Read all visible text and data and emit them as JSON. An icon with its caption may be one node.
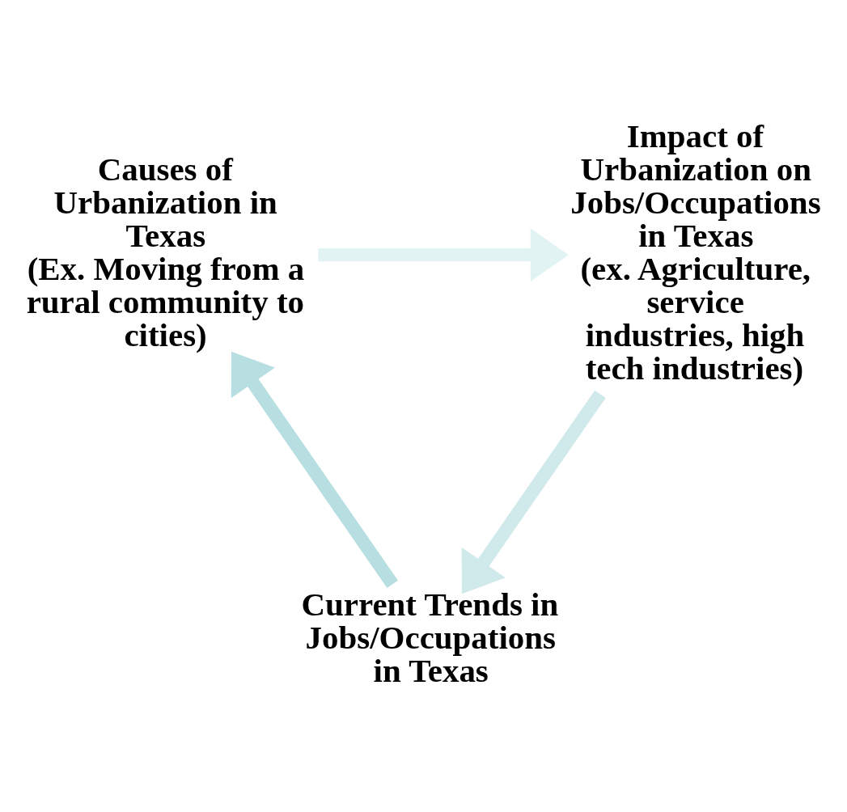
{
  "diagram": {
    "nodes": [
      {
        "text": [
          "Causes of Urbanization in Texas",
          "(Ex. Moving from a rural community to cities)"
        ]
      },
      {
        "text": [
          "Impact of Urbanization on Jobs/Occupations in Texas",
          "(ex. Agriculture, service industries, high tech industries)"
        ]
      },
      {
        "text": [
          "Current Trends in Jobs/Occupations in Texas"
        ]
      }
    ],
    "edges": [
      {
        "from": 0,
        "to": 1,
        "arrow": "to",
        "color": "#e2f3f4"
      },
      {
        "from": 1,
        "to": 2,
        "arrow": "to",
        "color": "#d0e9eb"
      },
      {
        "from": 2,
        "to": 0,
        "arrow": "to",
        "color": "#b7dfe2"
      }
    ]
  }
}
